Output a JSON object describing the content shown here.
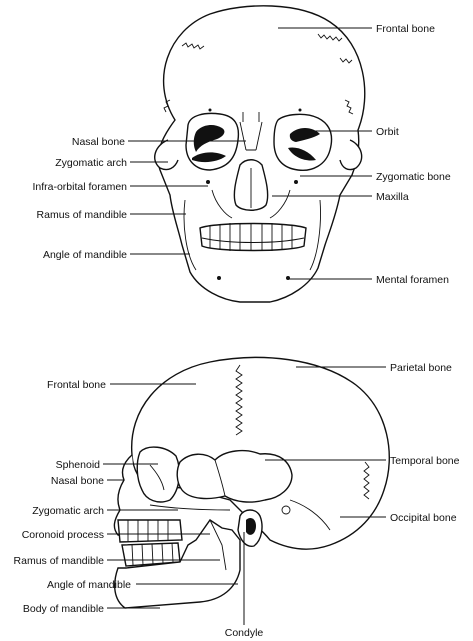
{
  "front_view": {
    "labels": {
      "frontal_bone": "Frontal bone",
      "orbit": "Orbit",
      "nasal_bone": "Nasal bone",
      "zygomatic_arch": "Zygomatic arch",
      "zygomatic_bone": "Zygomatic bone",
      "infra_orbital_foramen": "Infra-orbital foramen",
      "maxilla": "Maxilla",
      "ramus_of_mandible": "Ramus of mandible",
      "angle_of_mandible": "Angle of mandible",
      "mental_foramen": "Mental foramen"
    }
  },
  "side_view": {
    "labels": {
      "frontal_bone": "Frontal bone",
      "parietal_bone": "Parietal bone",
      "sphenoid": "Sphenoid",
      "nasal_bone": "Nasal bone",
      "temporal_bone": "Temporal bone",
      "zygomatic_arch": "Zygomatic arch",
      "coronoid_process": "Coronoid process",
      "occipital_bone": "Occipital bone",
      "ramus_of_mandible": "Ramus of mandible",
      "angle_of_mandible": "Angle of mandible",
      "body_of_mandible": "Body of mandible",
      "condyle": "Condyle"
    }
  }
}
